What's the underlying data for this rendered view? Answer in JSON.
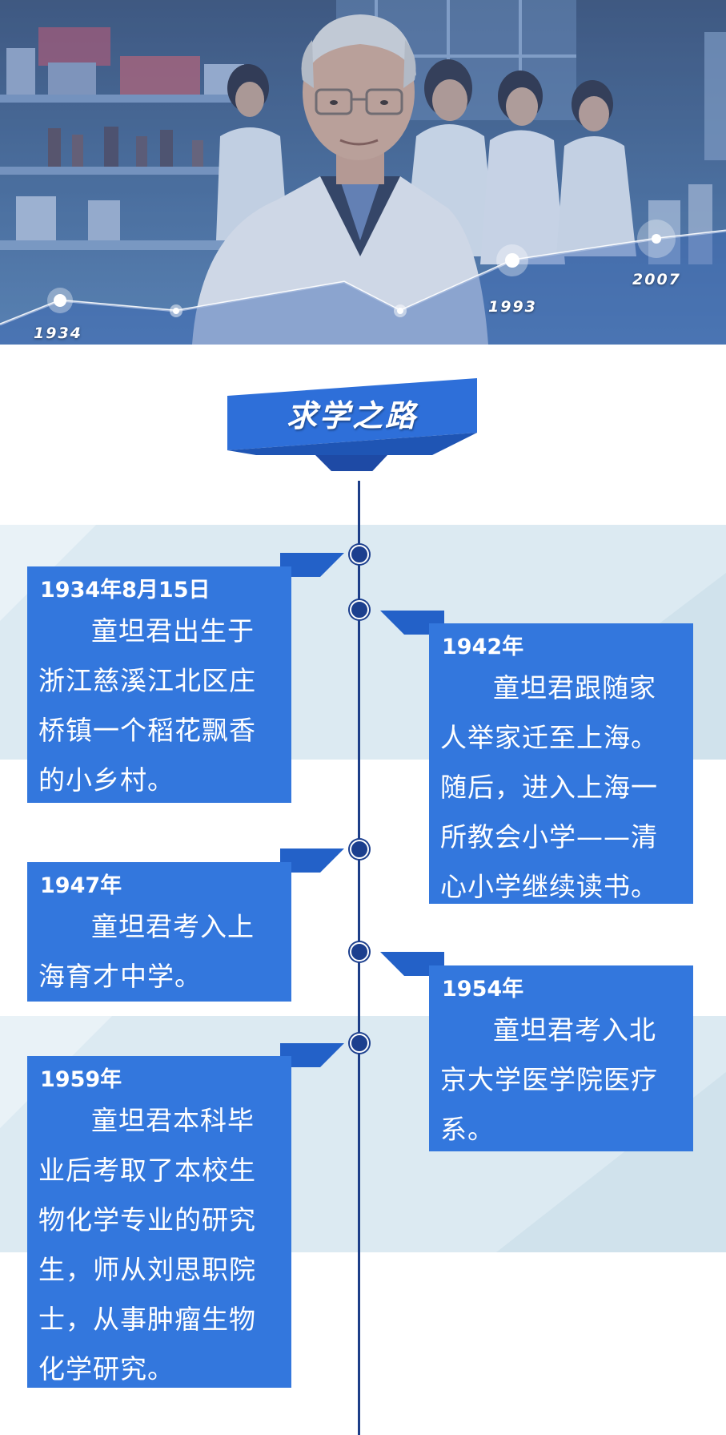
{
  "header": {
    "years": [
      "1934",
      "1993",
      "2007"
    ]
  },
  "section_title": "求学之路",
  "events": [
    {
      "date": "1934年8月15日",
      "text": "童坦君出生于浙江慈溪江北区庄桥镇一个稻花飘香的小乡村。"
    },
    {
      "date": "1942年",
      "text": "童坦君跟随家人举家迁至上海。随后，进入上海一所教会小学——清心小学继续读书。"
    },
    {
      "date": "1947年",
      "text": "童坦君考入上海育才中学。"
    },
    {
      "date": "1954年",
      "text": "童坦君考入北京大学医学院医疗系。"
    },
    {
      "date": "1959年",
      "text": "童坦君本科毕业后考取了本校生物化学专业的研究生，师从刘思职院士，从事肿瘤生物化学研究。"
    }
  ],
  "colors": {
    "card": "#3377dd",
    "axis": "#1d3e88",
    "band": "#dceaf2"
  }
}
